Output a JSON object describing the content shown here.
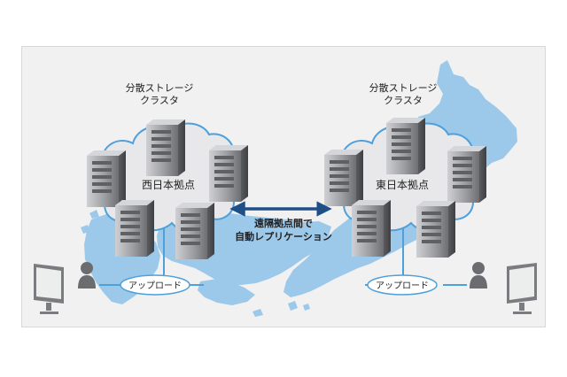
{
  "colors": {
    "background": "#ffffff",
    "panel": "#f1f1f2",
    "map_land": "#9cc8ea",
    "cloud_fill": "#e7e8e9",
    "cloud_border": "#4f9fd9",
    "connector": "#4f9fd9",
    "arrow": "#1f4f86",
    "server_dark": "#5d5d61",
    "server_light": "#b8b8bc",
    "person": "#6b6c70",
    "monitor": "#7b7c80"
  },
  "icons": {
    "server": "server-icon",
    "user": "user-icon",
    "monitor": "monitor-icon",
    "arrow": "double-arrow-icon"
  },
  "west": {
    "cluster_label_line1": "分散ストレージ",
    "cluster_label_line2": "クラスタ",
    "site_label": "西日本拠点",
    "upload_label": "アップロード"
  },
  "east": {
    "cluster_label_line1": "分散ストレージ",
    "cluster_label_line2": "クラスタ",
    "site_label": "東日本拠点",
    "upload_label": "アップロード"
  },
  "replication": {
    "line1": "遠隔拠点間で",
    "line2": "自動レプリケーション"
  }
}
